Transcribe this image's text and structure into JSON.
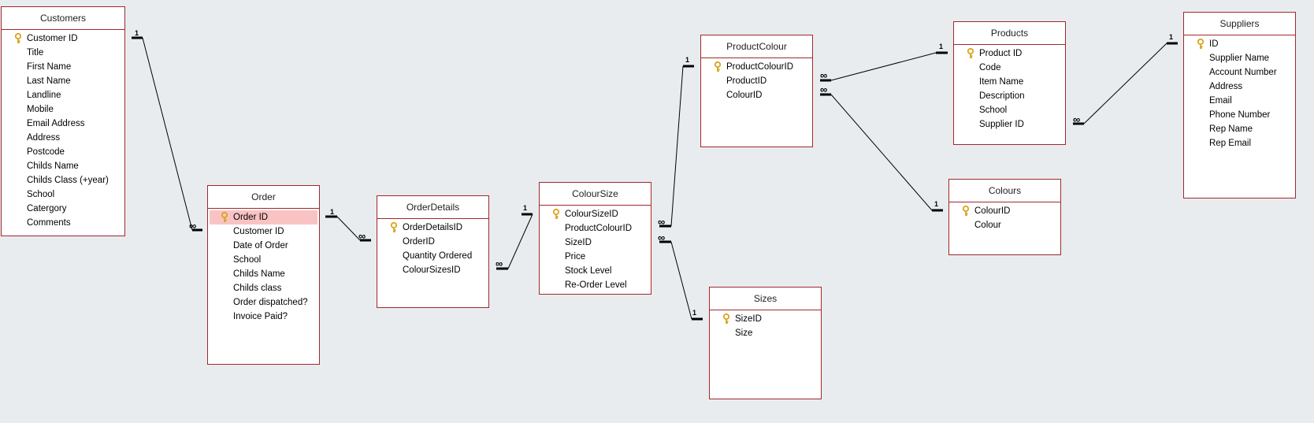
{
  "tables": {
    "customers": {
      "title": "Customers",
      "fields": [
        {
          "name": "Customer ID",
          "key": true
        },
        {
          "name": "Title"
        },
        {
          "name": "First Name"
        },
        {
          "name": "Last Name"
        },
        {
          "name": "Landline"
        },
        {
          "name": "Mobile"
        },
        {
          "name": "Email Address"
        },
        {
          "name": "Address"
        },
        {
          "name": "Postcode"
        },
        {
          "name": "Childs Name"
        },
        {
          "name": "Childs Class (+year)"
        },
        {
          "name": "School"
        },
        {
          "name": "Catergory"
        },
        {
          "name": "Comments"
        }
      ]
    },
    "order": {
      "title": "Order",
      "fields": [
        {
          "name": "Order ID",
          "key": true,
          "selected": true
        },
        {
          "name": "Customer ID"
        },
        {
          "name": "Date of Order"
        },
        {
          "name": "School"
        },
        {
          "name": "Childs Name"
        },
        {
          "name": "Childs class"
        },
        {
          "name": "Order dispatched?"
        },
        {
          "name": "Invoice Paid?"
        }
      ]
    },
    "orderdetails": {
      "title": "OrderDetails",
      "fields": [
        {
          "name": "OrderDetailsID",
          "key": true
        },
        {
          "name": "OrderID"
        },
        {
          "name": "Quantity Ordered"
        },
        {
          "name": "ColourSizesID"
        }
      ]
    },
    "coloursize": {
      "title": "ColourSize",
      "fields": [
        {
          "name": "ColourSizeID",
          "key": true
        },
        {
          "name": "ProductColourID"
        },
        {
          "name": "SizeID"
        },
        {
          "name": "Price"
        },
        {
          "name": "Stock Level"
        },
        {
          "name": "Re-Order Level"
        }
      ]
    },
    "productcolour": {
      "title": "ProductColour",
      "fields": [
        {
          "name": "ProductColourID",
          "key": true
        },
        {
          "name": "ProductID"
        },
        {
          "name": "ColourID"
        }
      ]
    },
    "sizes": {
      "title": "Sizes",
      "fields": [
        {
          "name": "SizeID",
          "key": true
        },
        {
          "name": "Size"
        }
      ]
    },
    "products": {
      "title": "Products",
      "fields": [
        {
          "name": "Product ID",
          "key": true
        },
        {
          "name": "Code"
        },
        {
          "name": "Item Name"
        },
        {
          "name": "Description"
        },
        {
          "name": "School"
        },
        {
          "name": "Supplier ID"
        }
      ]
    },
    "colours": {
      "title": "Colours",
      "fields": [
        {
          "name": "ColourID",
          "key": true
        },
        {
          "name": "Colour"
        }
      ]
    },
    "suppliers": {
      "title": "Suppliers",
      "fields": [
        {
          "name": "ID",
          "key": true
        },
        {
          "name": "Supplier Name"
        },
        {
          "name": "Account Number"
        },
        {
          "name": "Address"
        },
        {
          "name": "Email"
        },
        {
          "name": "Phone Number"
        },
        {
          "name": "Rep Name"
        },
        {
          "name": "Rep Email"
        }
      ]
    }
  },
  "relationships": [
    {
      "one": "customers",
      "many": "order",
      "one_label": "1",
      "many_label": "∞"
    },
    {
      "one": "order",
      "many": "orderdetails",
      "one_label": "1",
      "many_label": "∞"
    },
    {
      "one": "coloursize",
      "many": "orderdetails",
      "one_label": "1",
      "many_label": "∞"
    },
    {
      "one": "productcolour",
      "many": "coloursize",
      "one_label": "1",
      "many_label": "∞"
    },
    {
      "one": "sizes",
      "many": "coloursize",
      "one_label": "1",
      "many_label": "∞"
    },
    {
      "one": "products",
      "many": "productcolour",
      "one_label": "1",
      "many_label": "∞"
    },
    {
      "one": "colours",
      "many": "productcolour",
      "one_label": "1",
      "many_label": "∞"
    },
    {
      "one": "suppliers",
      "many": "products",
      "one_label": "1",
      "many_label": "∞"
    }
  ],
  "colors": {
    "table_border": "#a0282c",
    "selected_row": "#f9c3c3",
    "background": "#e9ecef",
    "key_icon": "#d9a520"
  },
  "icons": {
    "primary_key": "key-icon"
  }
}
